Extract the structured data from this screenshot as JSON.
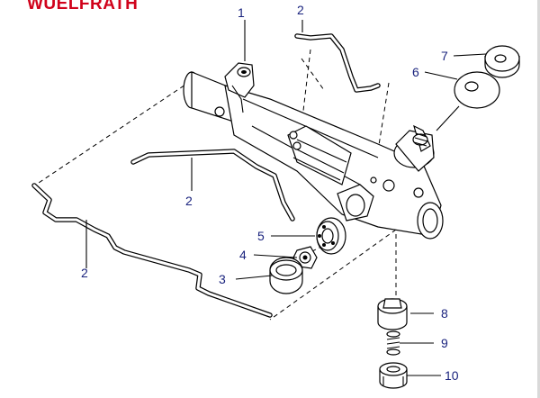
{
  "brand": {
    "text": "WUELFRATH",
    "color": "#d0021b"
  },
  "callout_color": "#1a237e",
  "callouts": [
    {
      "id": "c1",
      "label": "1"
    },
    {
      "id": "c2a",
      "label": "2"
    },
    {
      "id": "c2b",
      "label": "2"
    },
    {
      "id": "c2c",
      "label": "2"
    },
    {
      "id": "c3",
      "label": "3"
    },
    {
      "id": "c4",
      "label": "4"
    },
    {
      "id": "c5",
      "label": "5"
    },
    {
      "id": "c6",
      "label": "6"
    },
    {
      "id": "c7",
      "label": "7"
    },
    {
      "id": "c8",
      "label": "8"
    },
    {
      "id": "c9",
      "label": "9"
    },
    {
      "id": "c10",
      "label": "10"
    }
  ]
}
